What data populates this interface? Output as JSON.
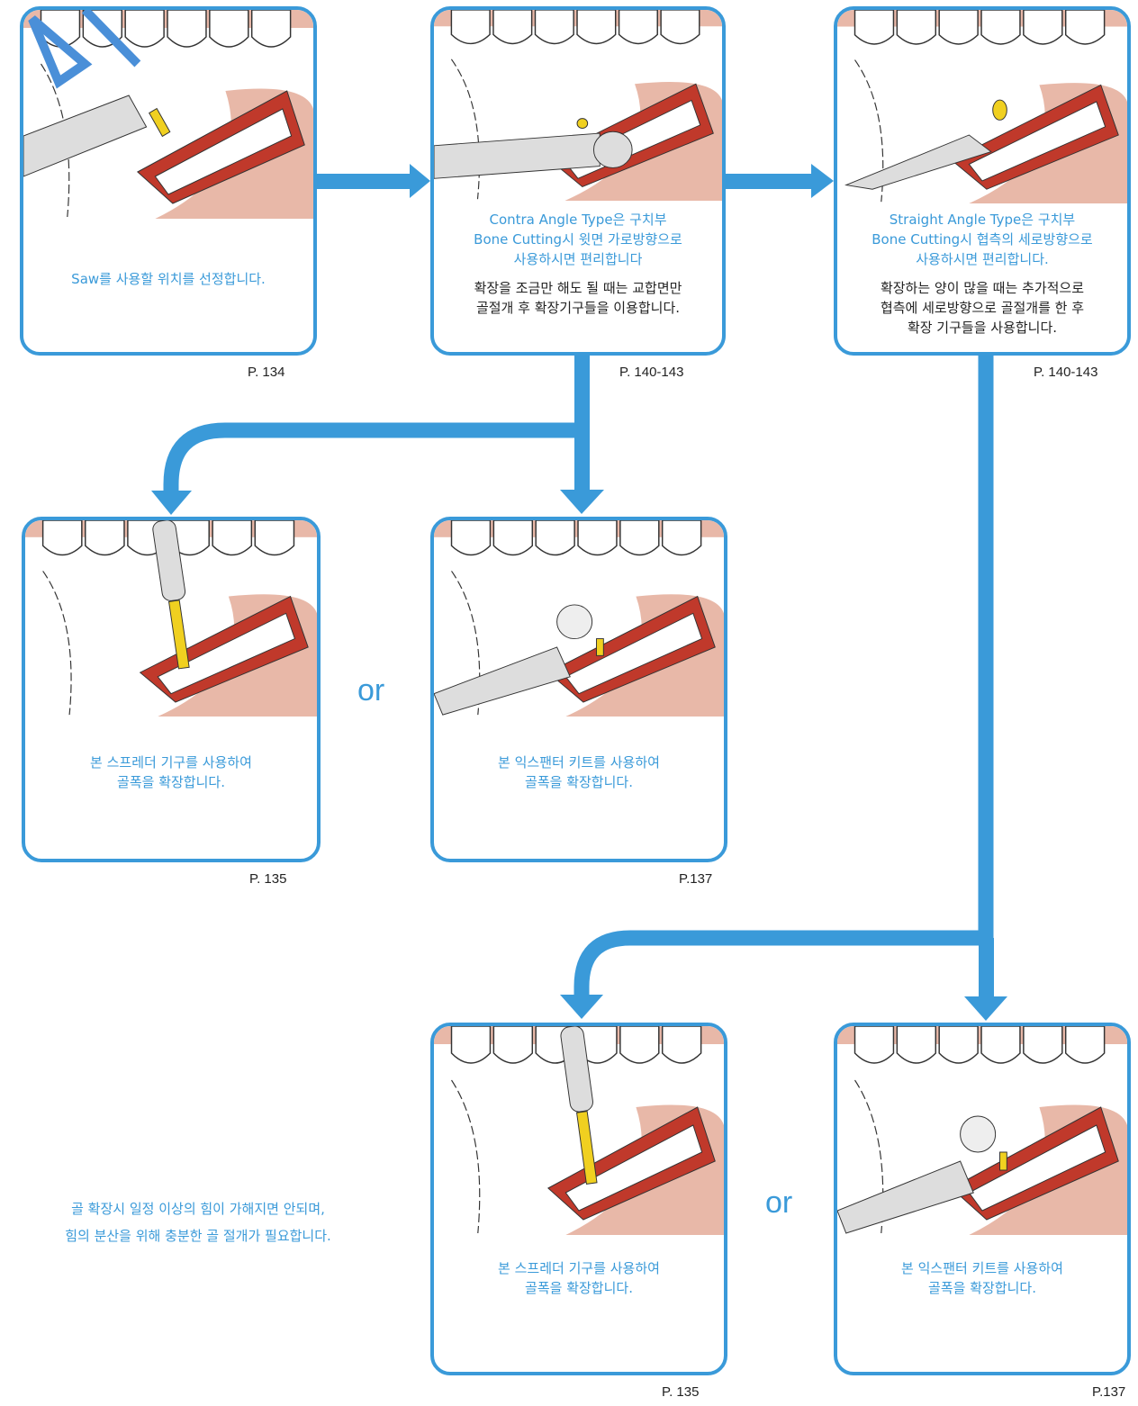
{
  "steps": [
    {
      "id": "step1",
      "caption": [
        "Saw를 사용할 위치를 선정합니다."
      ],
      "note": [],
      "page": "P. 134"
    },
    {
      "id": "step2",
      "caption": [
        "Contra Angle Type은 구치부",
        "Bone Cutting시 윗면 가로방향으로",
        "사용하시면 편리합니다"
      ],
      "note": [
        "확장을 조금만 해도 될 때는 교합면만",
        "골절개 후 확장기구들을 이용합니다."
      ],
      "page": "P. 140-143"
    },
    {
      "id": "step3",
      "caption": [
        "Straight Angle Type은 구치부",
        "Bone Cutting시 협측의 세로방향으로",
        "사용하시면 편리합니다."
      ],
      "note": [
        "확장하는 양이 많을 때는 추가적으로",
        "협측에 세로방향으로 골절개를 한 후",
        "확장 기구들을 사용합니다."
      ],
      "page": "P. 140-143"
    },
    {
      "id": "step4",
      "caption": [
        "본 스프레더 기구를 사용하여",
        "골폭을 확장합니다."
      ],
      "page": "P. 135"
    },
    {
      "id": "step5",
      "caption": [
        "본 익스팬터 키트를 사용하여",
        "골폭을 확장합니다."
      ],
      "page": "P.137"
    },
    {
      "id": "step6",
      "caption": [
        "본 스프레더 기구를 사용하여",
        "골폭을 확장합니다."
      ],
      "page": "P. 135"
    },
    {
      "id": "step7",
      "caption": [
        "본 익스팬터 키트를 사용하여",
        "골폭을 확장합니다."
      ],
      "page": "P.137"
    }
  ],
  "or_label": "or",
  "warning": [
    "골 확장시 일정 이상의 힘이 가해지면 안되며,",
    "힘의 분산을 위해 충분한 골 절개가 필요합니다."
  ],
  "colors": {
    "accent": "#3a9ad9",
    "gum": "#c0392b",
    "lip": "#e8b8a8",
    "tool": "#f0d020"
  }
}
